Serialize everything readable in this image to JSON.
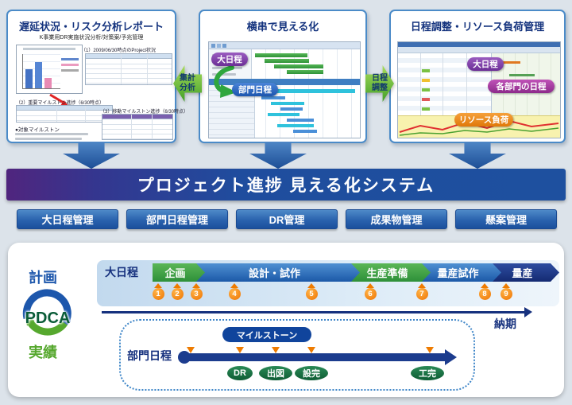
{
  "panels": {
    "report": {
      "title": "遅延状況・リスク分析レポート",
      "subtitle": "K事業用DR実施状況分析/対策案/予兆管理",
      "caption1": "（1）2009/06/30時点のProject状況",
      "caption2": "（2）重要マイルストン進捗（6/30時点）",
      "caption3": "（3）移動マイルストン進捗（6/30時点）",
      "note1": "●対象マイルストン"
    },
    "crosscut": {
      "title": "横串で見える化",
      "badge_major": "大日程",
      "badge_dept": "部門日程"
    },
    "adjust": {
      "title": "日程調整・リソース負荷管理",
      "badge_major": "大日程",
      "badge_dept": "各部門の日程",
      "badge_resource": "リソース負荷"
    }
  },
  "connectors": {
    "aggregate": {
      "line1": "集計",
      "line2": "分析"
    },
    "adjust": {
      "line1": "日程",
      "line2": "調整"
    }
  },
  "banner": {
    "title": "プロジェクト進捗 見える化システム"
  },
  "menu": {
    "items": [
      {
        "label": "大日程管理"
      },
      {
        "label": "部門日程管理"
      },
      {
        "label": "DR管理"
      },
      {
        "label": "成果物管理"
      },
      {
        "label": "懸案管理"
      }
    ]
  },
  "flow": {
    "plan": "計画",
    "pdca": "PDCA",
    "actual": "実績",
    "major_schedule": "大日程",
    "phases": [
      {
        "label": "企画"
      },
      {
        "label": "設計・試作"
      },
      {
        "label": "生産準備"
      },
      {
        "label": "量産試作"
      },
      {
        "label": "量産"
      }
    ],
    "milestones": [
      "1",
      "2",
      "3",
      "4",
      "5",
      "6",
      "7",
      "8",
      "9"
    ],
    "delivery": "納期",
    "dept_schedule": "部門日程",
    "milestone_label": "マイルストーン",
    "dept_events": [
      "DR",
      "出図",
      "設完",
      "工完"
    ]
  },
  "colors": {
    "background": "#dce3ea",
    "panel_border": "#4b8bc8",
    "banner_purple": "#50257e",
    "banner_blue": "#1e509f",
    "button_blue": "#2a62ae",
    "arrow_green": "#43a02a",
    "phase_green": "#2e9039",
    "phase_blue": "#1c59a8",
    "phase_navy": "#142a72",
    "milestone_orange": "#ee7b00",
    "event_green": "#0e5c34"
  }
}
